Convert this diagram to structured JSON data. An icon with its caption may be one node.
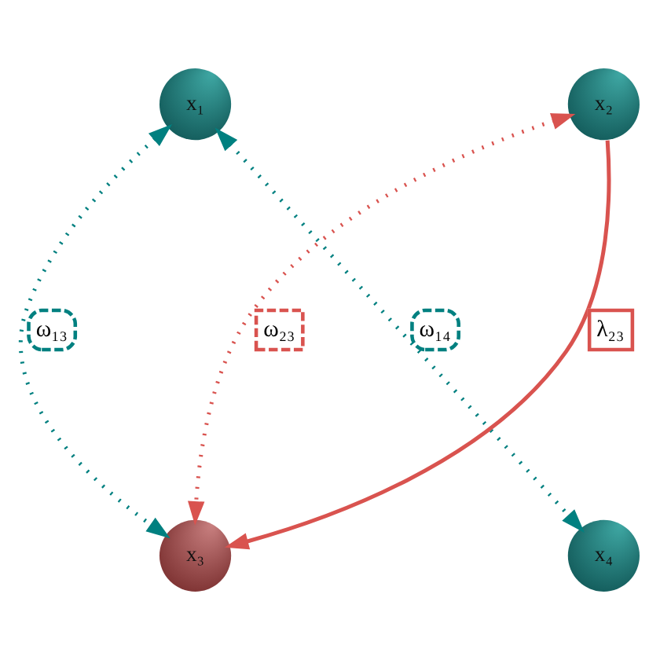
{
  "diagram": {
    "nodes": [
      {
        "text": [
          "x₁"
        ]
      },
      {
        "text": [
          "x₂"
        ]
      },
      {
        "text": [
          "x₃"
        ]
      },
      {
        "text": [
          "x₄"
        ]
      }
    ],
    "edges": [
      {
        "from": 0,
        "to": 2,
        "arrow": "both",
        "label": "ω₁₃",
        "style": "dashed",
        "color": "#008080"
      },
      {
        "from": 1,
        "to": 2,
        "arrow": "both",
        "label": "ω₂₃",
        "style": "dashed",
        "color": "#d9534f"
      },
      {
        "from": 1,
        "to": 2,
        "arrow": "to",
        "label": "λ₂₃",
        "color": "#d9534f"
      },
      {
        "from": 0,
        "to": 3,
        "arrow": "both",
        "label": "ω₁₄",
        "style": "dashed",
        "color": "#008080"
      }
    ]
  }
}
